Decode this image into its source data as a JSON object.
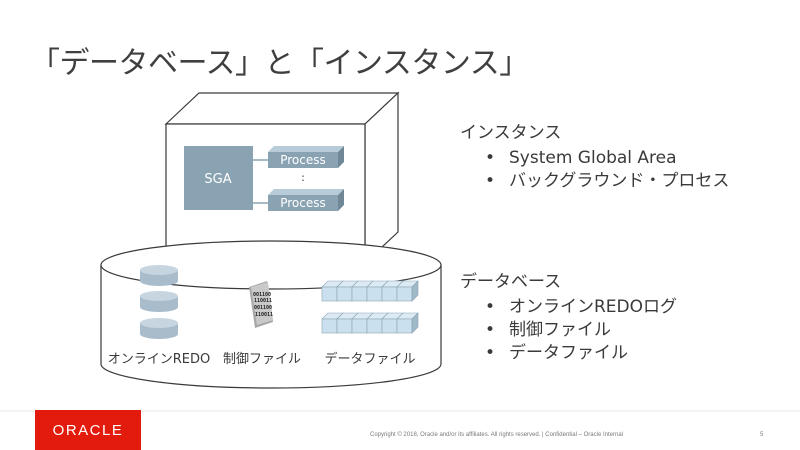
{
  "slide": {
    "title": "「データベース」と「インスタンス」"
  },
  "diagram": {
    "sga_label": "SGA",
    "process_label": "Process",
    "process_ellipsis": ":",
    "binary_lines": [
      "001100",
      "110011",
      "001100",
      "110011"
    ],
    "labels": {
      "redo": "オンラインREDO",
      "control": "制御ファイル",
      "data": "データファイル"
    }
  },
  "instance": {
    "heading": "インスタンス",
    "items": [
      "System Global Area",
      "バックグラウンド・プロセス"
    ]
  },
  "database": {
    "heading": "データベース",
    "items": [
      "オンラインREDOログ",
      "制御ファイル",
      "データファイル"
    ]
  },
  "footer": {
    "logo": "ORACLE",
    "logo_registered": "®",
    "copyright": "Copyright © 2018, Oracle and/or its affiliates. All rights reserved.  |  Confidential – Oracle Internal",
    "page_number": "5"
  },
  "colors": {
    "accent": "#e31b0d",
    "box_fill": "#8aa3b3",
    "cylinder_fill": "#a9bccb",
    "cube_fill": "#cbe0ee"
  }
}
